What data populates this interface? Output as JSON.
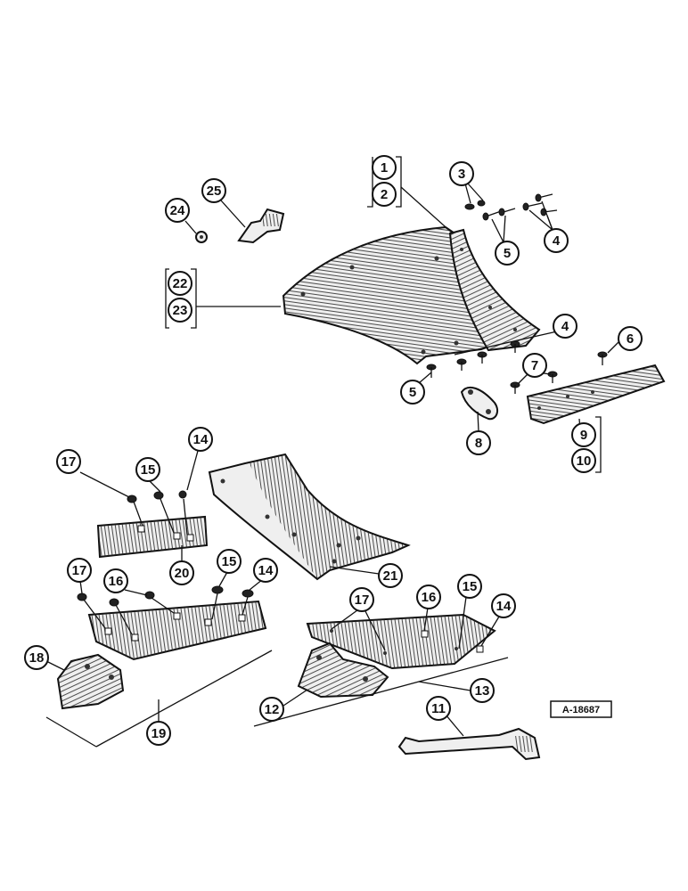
{
  "diagram": {
    "drawing_number": "A-18687",
    "callouts": [
      "1",
      "2",
      "3",
      "4",
      "4",
      "5",
      "5",
      "6",
      "7",
      "8",
      "9",
      "10",
      "11",
      "12",
      "13",
      "14",
      "14",
      "14",
      "15",
      "15",
      "15",
      "16",
      "16",
      "17",
      "17",
      "17",
      "18",
      "19",
      "20",
      "21",
      "22",
      "23",
      "24",
      "25"
    ]
  }
}
